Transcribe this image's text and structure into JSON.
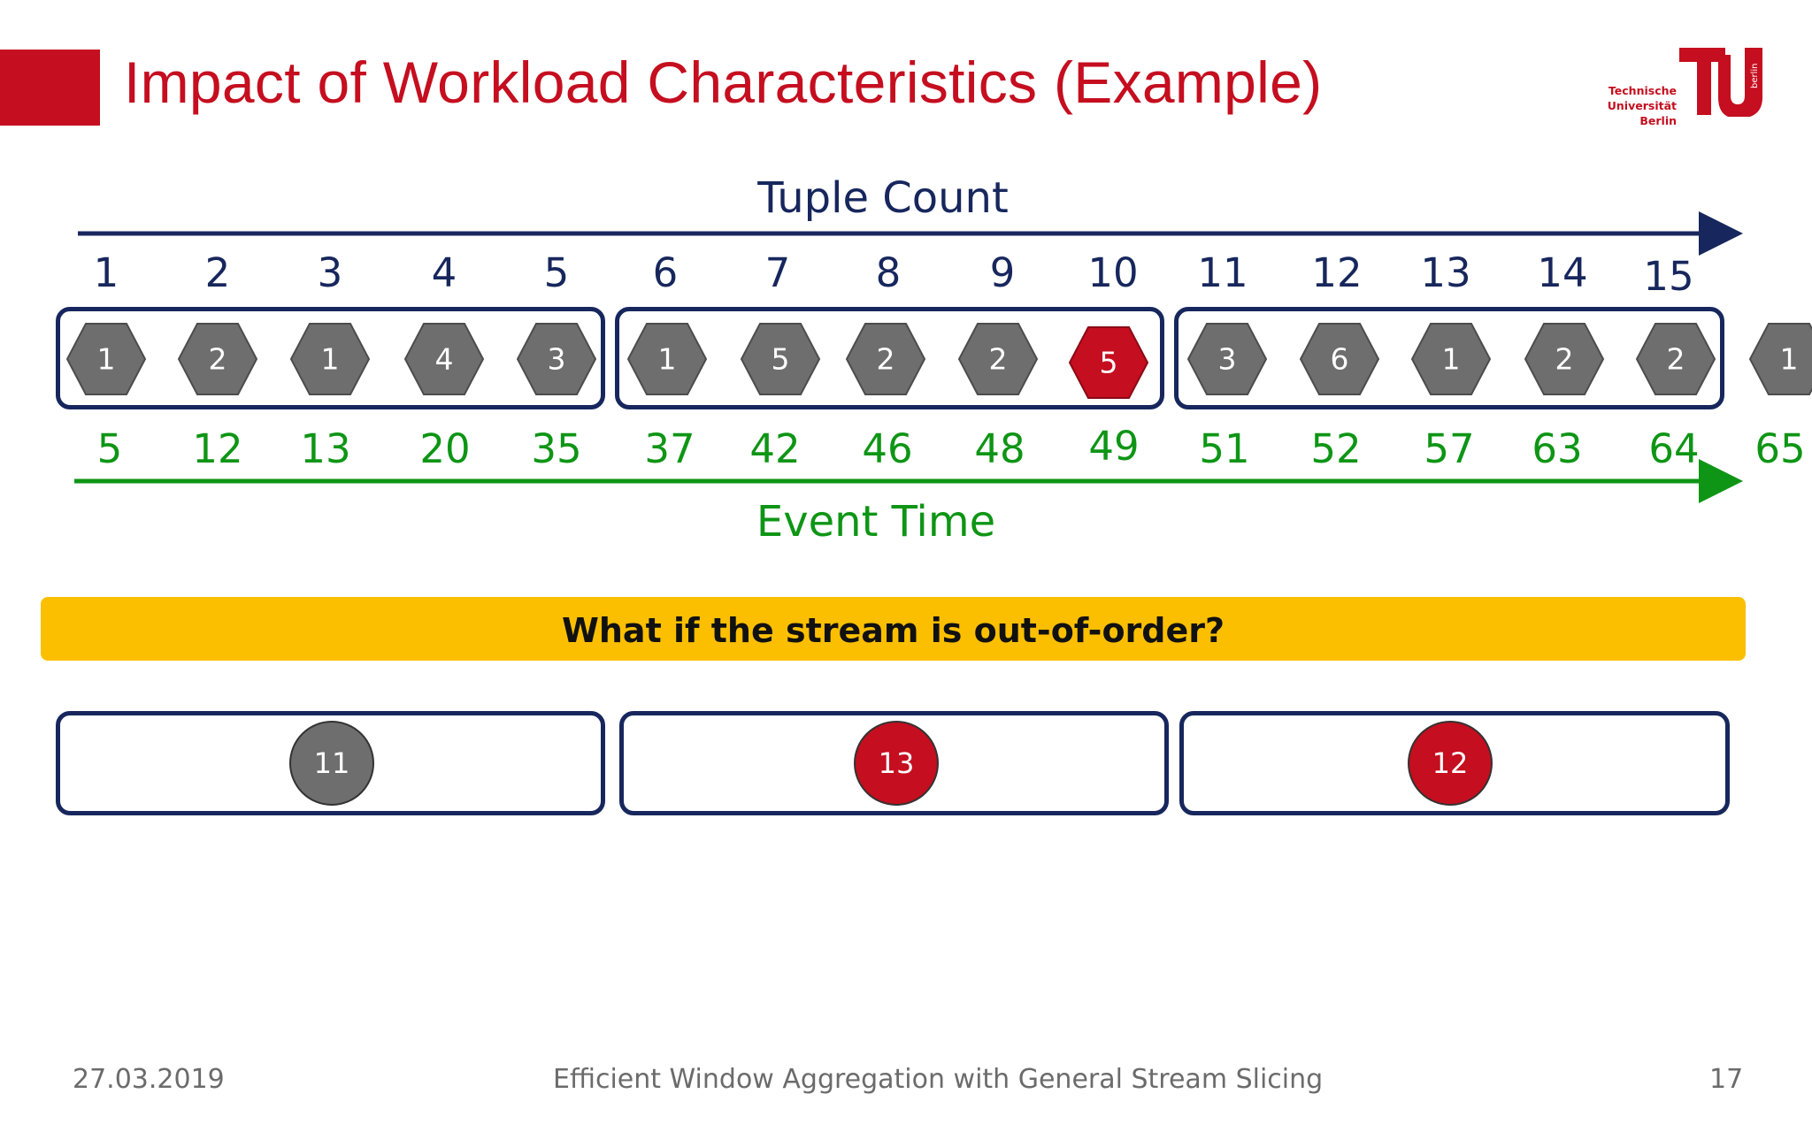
{
  "slide": {
    "title": "Impact of Workload Characteristics (Example)",
    "logo": {
      "line1": "Technische",
      "line2": "Universität",
      "line3": "Berlin",
      "side": "berlin"
    },
    "colors": {
      "brand_red": "#c50e1f",
      "navy": "#17275d",
      "green": "#0e9515",
      "gray": "#6e6e6e",
      "banner": "#fbbf00"
    }
  },
  "tuple_axis": {
    "label": "Tuple Count",
    "ticks": [
      "1",
      "2",
      "3",
      "4",
      "5",
      "6",
      "7",
      "8",
      "9",
      "10",
      "11",
      "12",
      "13",
      "14",
      "15"
    ]
  },
  "tuples": {
    "values": [
      "1",
      "2",
      "1",
      "4",
      "3",
      "1",
      "5",
      "2",
      "2",
      "5",
      "3",
      "6",
      "1",
      "2",
      "2",
      "1"
    ],
    "highlighted": [
      false,
      false,
      false,
      false,
      false,
      false,
      false,
      false,
      false,
      true,
      false,
      false,
      false,
      false,
      false,
      false
    ]
  },
  "event_axis": {
    "label": "Event Time",
    "ticks": [
      "5",
      "12",
      "13",
      "20",
      "35",
      "37",
      "42",
      "46",
      "48",
      "49",
      "51",
      "52",
      "57",
      "63",
      "64",
      "65"
    ]
  },
  "banner": {
    "text": "What if the stream is out-of-order?"
  },
  "window_results": [
    {
      "value": "11",
      "color": "gray"
    },
    {
      "value": "13",
      "color": "red"
    },
    {
      "value": "12",
      "color": "red"
    }
  ],
  "footer": {
    "date": "27.03.2019",
    "center": "Efficient Window Aggregation with General Stream Slicing",
    "page": "17"
  }
}
